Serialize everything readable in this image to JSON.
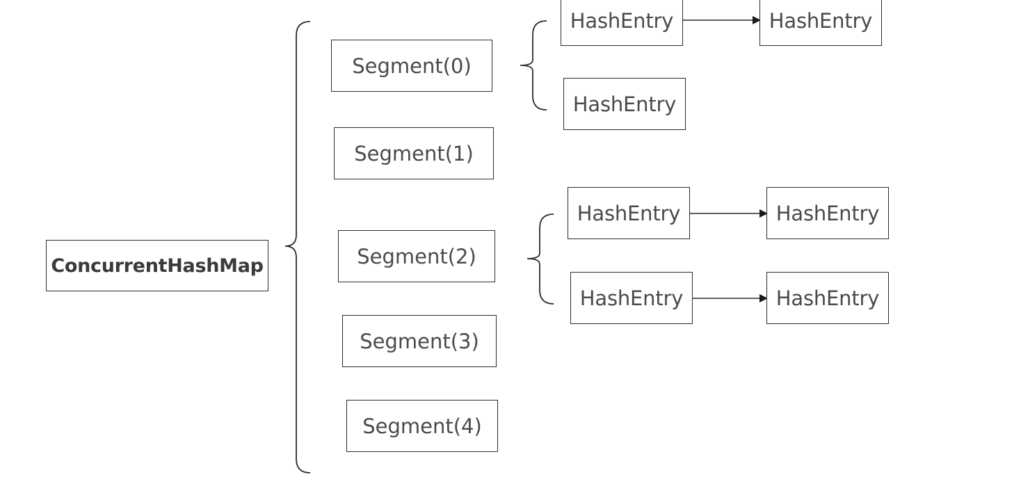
{
  "root": {
    "label": "ConcurrentHashMap"
  },
  "segments": [
    {
      "label": "Segment(0)"
    },
    {
      "label": "Segment(1)"
    },
    {
      "label": "Segment(2)"
    },
    {
      "label": "Segment(3)"
    },
    {
      "label": "Segment(4)"
    }
  ],
  "segment0_entries": {
    "row1": {
      "head": "HashEntry",
      "next": "HashEntry"
    },
    "row2": {
      "head": "HashEntry"
    }
  },
  "segment2_entries": {
    "row1": {
      "head": "HashEntry",
      "next": "HashEntry"
    },
    "row2": {
      "head": "HashEntry",
      "next": "HashEntry"
    }
  },
  "colors": {
    "line": "#2b2b2b",
    "text": "#4a4a4a",
    "background": "#ffffff"
  }
}
